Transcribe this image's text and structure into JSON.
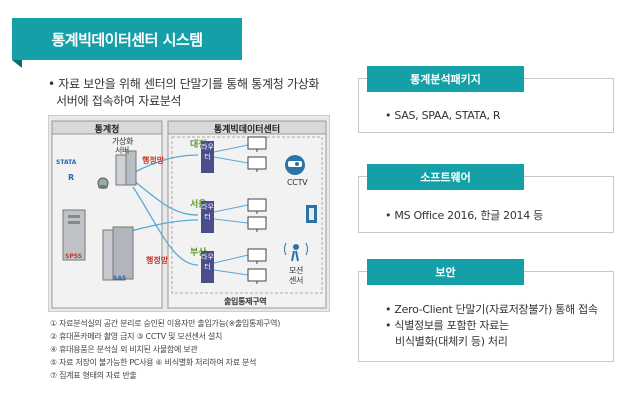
{
  "title": "통계빅데이터센터 시스템",
  "intro": {
    "line1": "• 자료 보안을 위해 센터의 단말기를 통해 통계청 가상화",
    "line2": "서버에 접속하여 자료분석"
  },
  "diagram": {
    "left_header": "통계청",
    "right_header": "통계빅데이터센터",
    "server_label_1": "가상화",
    "server_label_2": "서버",
    "admin_net_1": "행정망",
    "admin_net_2": "행정망",
    "city_daejeon": "대전",
    "city_seoul": "서울",
    "city_busan": "부산",
    "router_text": "라우터",
    "cctv": "CCTV",
    "sensor_1": "모션",
    "sensor_2": "센서",
    "access_zone": "출입통제구역",
    "brand_stata": "STATA",
    "brand_r": "R",
    "brand_spss": "SPSS",
    "brand_sas": "SAS"
  },
  "notes": [
    "① 자료분석실의 공간 분리로 승인된 이용자만 출입가능(※출입통제구역)",
    "② 휴대폰카메라 촬영 금지 ③ CCTV 및 모션센서 설치",
    "④ 휴대용품은 분석실 외 비치된 사물함에 보관",
    "⑤ 자료 저장이 불가능한 PC사용 ⑥ 비식별화 처리하여 자료 분석",
    "⑦ 집계표 형태의 자료 반출"
  ],
  "panels": {
    "p1": {
      "title": "통계분석패키지",
      "items": [
        "• SAS, SPAA, STATA, R"
      ]
    },
    "p2": {
      "title": "소프트웨어",
      "items": [
        "• MS Office 2016, 한글 2014 등"
      ]
    },
    "p3": {
      "title": "보안",
      "item1": "• Zero-Client 단말기(자료저장불가) 통해 접속",
      "item2": "• 식별정보를 포함한 자료는",
      "item2b": "비식별화(대체키 등) 처리"
    }
  },
  "colors": {
    "accent": "#15a0a8",
    "router": "#4a4f8c",
    "city": "#5e9a2c",
    "admin": "#c0392b",
    "line": "#5aa9d6"
  }
}
